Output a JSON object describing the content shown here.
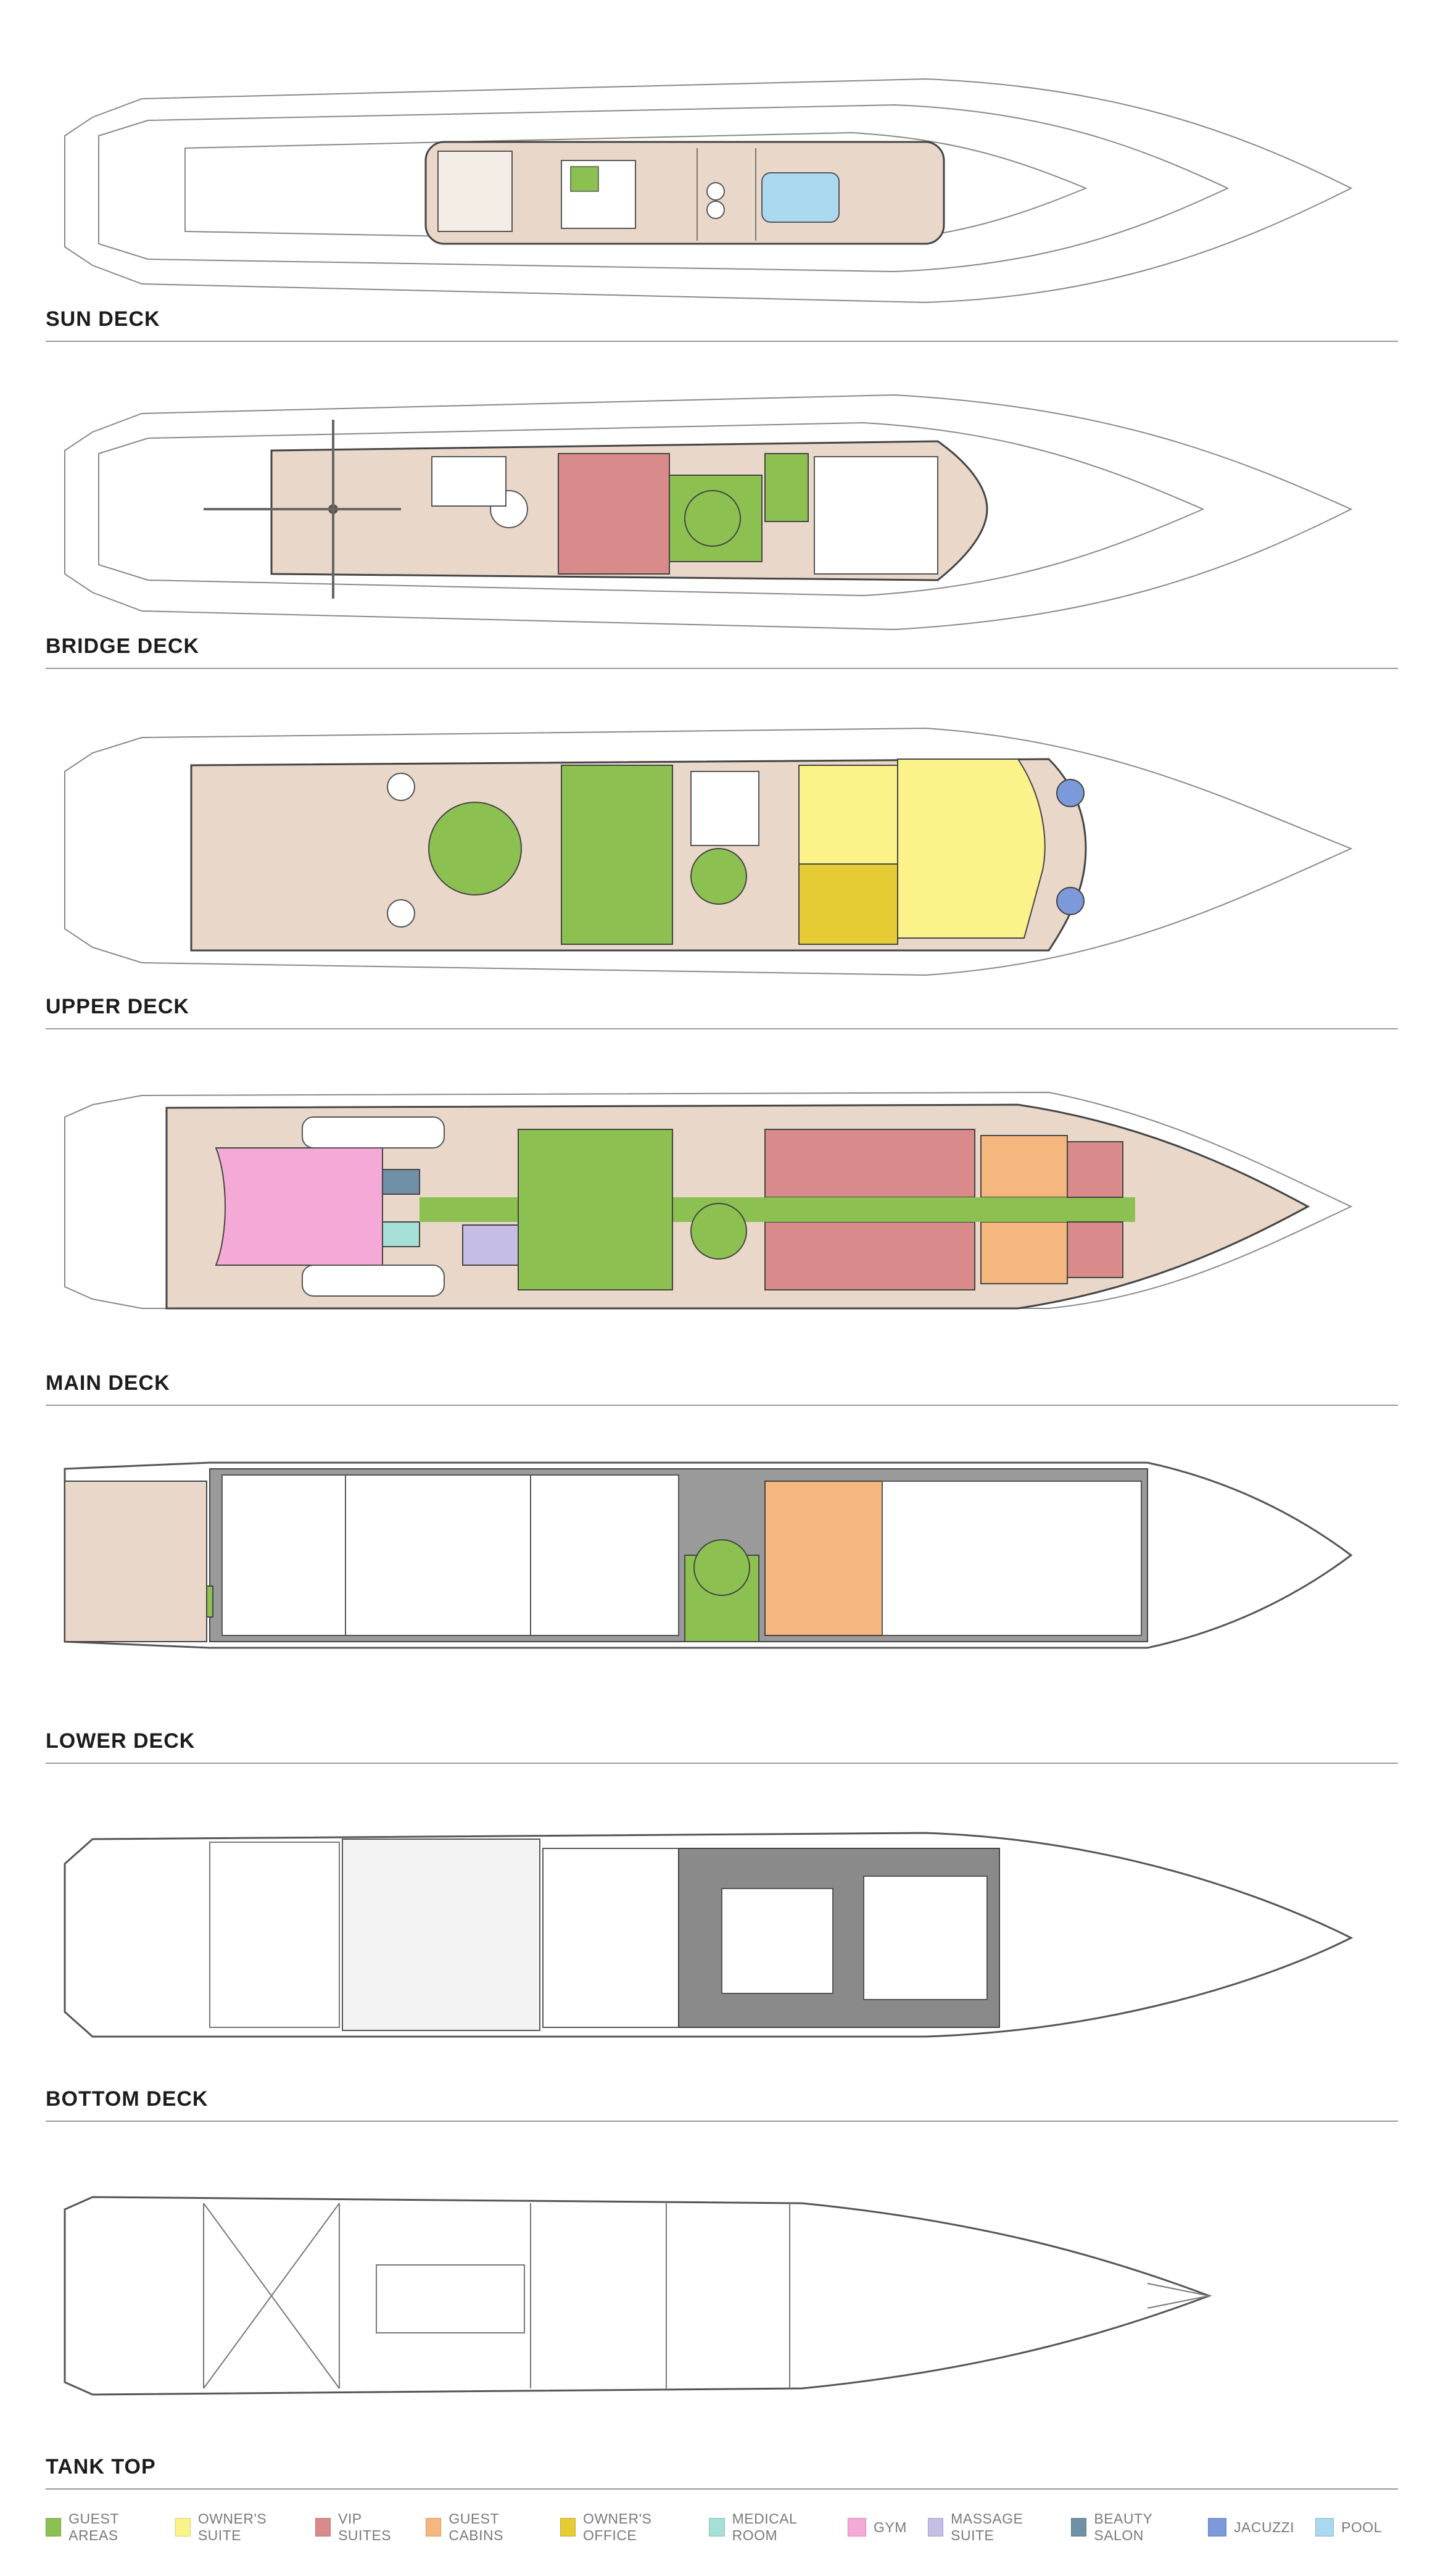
{
  "decks": [
    {
      "id": "sun",
      "label": "SUN DECK"
    },
    {
      "id": "bridge",
      "label": "BRIDGE DECK"
    },
    {
      "id": "upper",
      "label": "UPPER DECK"
    },
    {
      "id": "main",
      "label": "MAIN DECK"
    },
    {
      "id": "lower",
      "label": "LOWER DECK"
    },
    {
      "id": "bottom",
      "label": "BOTTOM DECK"
    },
    {
      "id": "tank",
      "label": "TANK TOP"
    }
  ],
  "legend": [
    {
      "label": "GUEST AREAS",
      "color": "#8cc152"
    },
    {
      "label": "OWNER'S SUITE",
      "color": "#fbf28a"
    },
    {
      "label": "VIP SUITES",
      "color": "#d98b8b"
    },
    {
      "label": "GUEST CABINS",
      "color": "#f6b77f"
    },
    {
      "label": "OWNER'S OFFICE",
      "color": "#e5cc35"
    },
    {
      "label": "MEDICAL ROOM",
      "color": "#a6dfd6"
    },
    {
      "label": "GYM",
      "color": "#f5a9d6"
    },
    {
      "label": "MASSAGE SUITE",
      "color": "#c6bde6"
    },
    {
      "label": "BEAUTY SALON",
      "color": "#6f90a6"
    },
    {
      "label": "JACUZZI",
      "color": "#7c99d9"
    },
    {
      "label": "POOL",
      "color": "#a9d8ef"
    }
  ],
  "colors": {
    "deck_floor": "#e9d8c9",
    "technical": "#8a8a8a",
    "outline": "#555555"
  }
}
